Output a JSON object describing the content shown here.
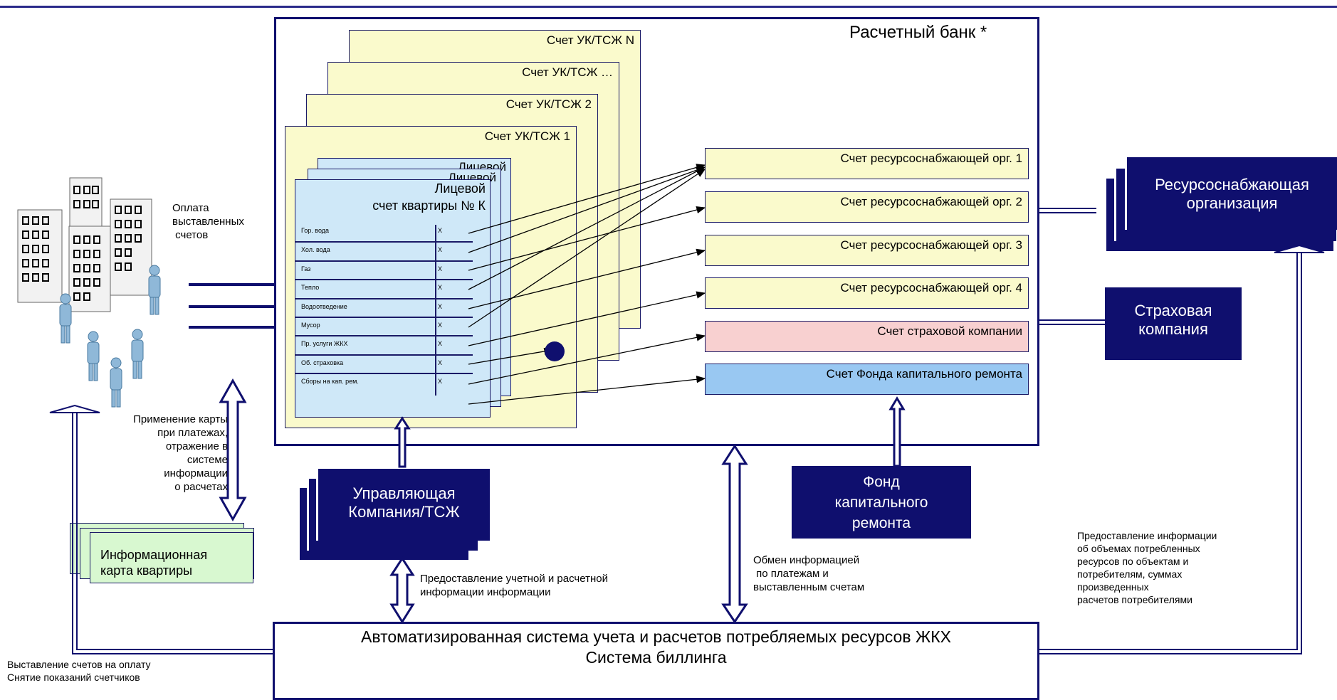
{
  "bank": {
    "title": "Расчетный банк *"
  },
  "uk_accounts": [
    "Счет УК/ТСЖ N",
    "Счет УК/ТСЖ …",
    "Счет УК/ТСЖ 2",
    "Счет УК/ТСЖ 1"
  ],
  "personal_account": {
    "title_line1": "Лицевой",
    "title_line2": "счет квартиры № К",
    "back_title": "Лицевой",
    "rows": [
      "Гор. вода",
      "Хол. вода",
      "Газ",
      "Тепло",
      "Водоотведение",
      "Мусор",
      "Пр. услуги ЖКХ",
      "Об. страховка",
      "Сборы на кап. рем."
    ],
    "mark": "X"
  },
  "bank_accounts": [
    "Счет ресурсоснабжающей орг.  1",
    "Счет ресурсоснабжающей орг. 2",
    "Счет ресурсоснабжающей орг. 3",
    "Счет ресурсоснабжающей орг. 4",
    "Счет страховой компании",
    "Счет Фонда капитального ремонта"
  ],
  "colors": {
    "navy": "#0f0f6e",
    "yellow": "#fafacc",
    "light_blue": "#cfe8f8",
    "pink": "#f8d0d0",
    "blue": "#99c8f2",
    "green": "#d8f8d0"
  },
  "residents": {
    "payment_label": [
      "Оплата",
      "выставленных",
      " счетов"
    ]
  },
  "card_usage": [
    "Применение карты",
    "при платежах,",
    "отражение в",
    "системе",
    "информации",
    "о расчетах"
  ],
  "info_card": {
    "line1": "Информационная",
    "line2": "карта квартиры"
  },
  "management": {
    "line1": "Управляющая",
    "line2": "Компания/ТСЖ"
  },
  "fund": {
    "line1": "Фонд",
    "line2": "капитального",
    "line3": "ремонта"
  },
  "resource_org": {
    "line1": "Ресурсоснабжающая",
    "line2": "организация"
  },
  "insurance": {
    "line1": "Страховая",
    "line2": "компания"
  },
  "billing": {
    "line1": "Автоматизированная система учета и расчетов потребляемых ресурсов ЖКХ",
    "line2": "Система биллинга"
  },
  "labels": {
    "accounting_info": [
      "Предоставление учетной и расчетной",
      "информации информации"
    ],
    "exchange": [
      "Обмен информацией",
      " по платежам и",
      "выставленным счетам"
    ],
    "resource_info": [
      "Предоставление информации",
      "об объемах потребленных",
      "ресурсов по объектам и",
      "потребителям, суммах",
      "произведенных",
      "расчетов потребителями"
    ],
    "billing_out": [
      "Выставление счетов на оплату",
      "Снятие показаний счетчиков"
    ]
  }
}
